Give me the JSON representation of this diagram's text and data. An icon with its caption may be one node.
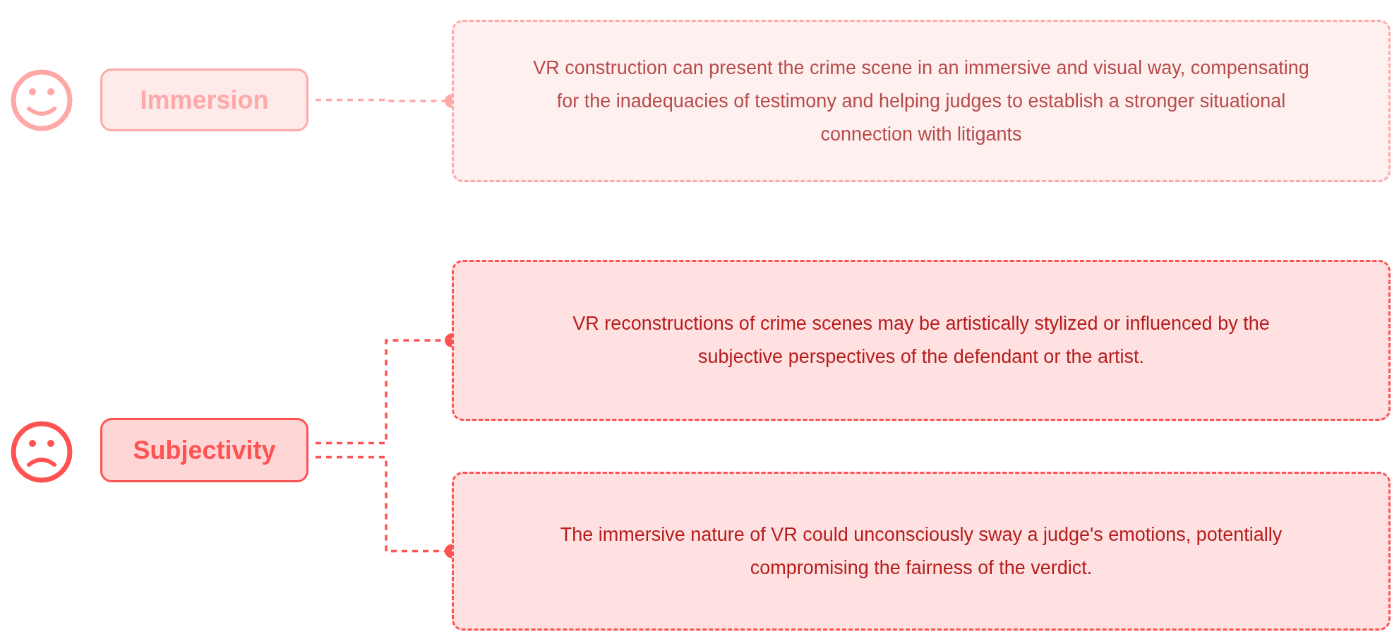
{
  "diagram": {
    "nodes": [
      {
        "text": [
          "Immersion"
        ]
      },
      {
        "text": [
          "VR construction can present the crime scene in an immersive and visual way, compensating for the inadequacies of testimony and helping judges to establish a stronger situational connection with litigants"
        ]
      },
      {
        "text": [
          "Subjectivity"
        ]
      },
      {
        "text": [
          "VR reconstructions of crime scenes may be artistically stylized or influenced by the subjective perspectives of the defendant or the artist."
        ]
      },
      {
        "text": [
          "The immersive nature of VR could unconsciously sway a judge's emotions, potentially compromising the fairness of the verdict."
        ]
      }
    ],
    "edges": [
      {
        "from": 0,
        "to": 1,
        "arrow": "other",
        "style": "dashed",
        "color": "#ffa8a8"
      },
      {
        "from": 2,
        "to": 3,
        "arrow": "other",
        "style": "dashed"
      },
      {
        "from": 2,
        "to": 4,
        "arrow": "other",
        "style": "dashed"
      }
    ]
  }
}
